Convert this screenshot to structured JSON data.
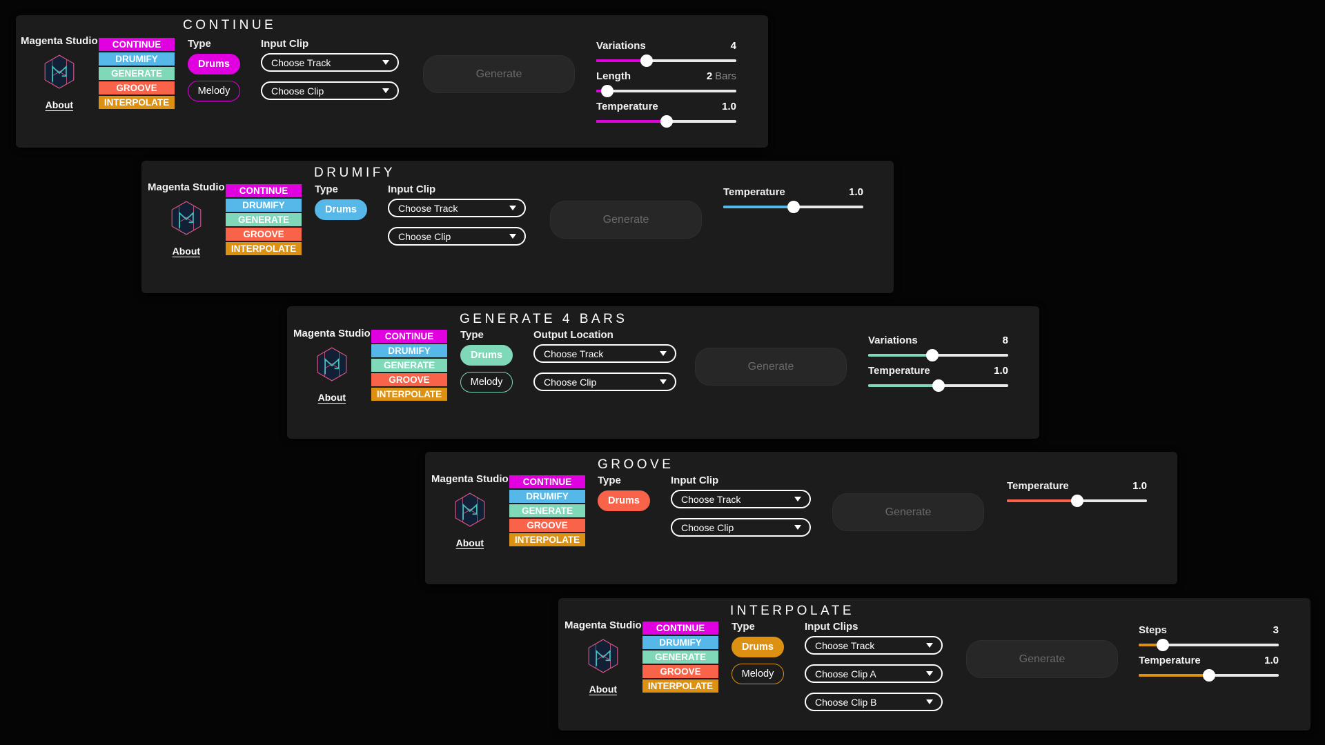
{
  "app": {
    "brand": "Magenta Studio",
    "about": "About",
    "logo_icon": "magenta-hexagon-m-logo"
  },
  "nav_items": [
    {
      "label": "CONTINUE",
      "color": "#e000e0"
    },
    {
      "label": "DRUMIFY",
      "color": "#55b8e8"
    },
    {
      "label": "GENERATE",
      "color": "#7fd9b9"
    },
    {
      "label": "GROOVE",
      "color": "#f9634a"
    },
    {
      "label": "INTERPOLATE",
      "color": "#dd9113"
    }
  ],
  "labels": {
    "type": "Type",
    "input_clip": "Input Clip",
    "input_clips": "Input Clips",
    "output_location": "Output Location",
    "generate": "Generate",
    "drums": "Drums",
    "melody": "Melody",
    "choose_track": "Choose Track",
    "choose_clip": "Choose Clip",
    "choose_clip_a": "Choose Clip A",
    "choose_clip_b": "Choose Clip B",
    "caret_icon": "chevron-down-icon"
  },
  "panels": [
    {
      "id": "continue",
      "title": "CONTINUE",
      "accent": "#e000e0",
      "field_label": "Input Clip",
      "type_pills": [
        "Drums",
        "Melody"
      ],
      "selected_pill": "Drums",
      "dropdowns": [
        "Choose Track",
        "Choose Clip"
      ],
      "generate": "Generate",
      "sliders": [
        {
          "name": "Variations",
          "value": "4",
          "unit": "",
          "pct": 36
        },
        {
          "name": "Length",
          "value": "2",
          "unit": "Bars",
          "pct": 8
        },
        {
          "name": "Temperature",
          "value": "1.0",
          "unit": "",
          "pct": 50
        }
      ]
    },
    {
      "id": "drumify",
      "title": "DRUMIFY",
      "accent": "#55b8e8",
      "field_label": "Input Clip",
      "type_pills": [
        "Drums"
      ],
      "selected_pill": "Drums",
      "dropdowns": [
        "Choose Track",
        "Choose Clip"
      ],
      "generate": "Generate",
      "sliders": [
        {
          "name": "Temperature",
          "value": "1.0",
          "unit": "",
          "pct": 50
        }
      ]
    },
    {
      "id": "generate",
      "title": "GENERATE 4 BARS",
      "accent": "#7fd9b9",
      "field_label": "Output Location",
      "type_pills": [
        "Drums",
        "Melody"
      ],
      "selected_pill": "Drums",
      "dropdowns": [
        "Choose Track",
        "Choose Clip"
      ],
      "generate": "Generate",
      "sliders": [
        {
          "name": "Variations",
          "value": "8",
          "pct": 46
        },
        {
          "name": "Temperature",
          "value": "1.0",
          "pct": 50
        }
      ]
    },
    {
      "id": "groove",
      "title": "GROOVE",
      "accent": "#f9634a",
      "field_label": "Input Clip",
      "type_pills": [
        "Drums"
      ],
      "selected_pill": "Drums",
      "dropdowns": [
        "Choose Track",
        "Choose Clip"
      ],
      "generate": "Generate",
      "sliders": [
        {
          "name": "Temperature",
          "value": "1.0",
          "pct": 50
        }
      ]
    },
    {
      "id": "interpolate",
      "title": "INTERPOLATE",
      "accent": "#dd9113",
      "field_label": "Input Clips",
      "type_pills": [
        "Drums",
        "Melody"
      ],
      "selected_pill": "Drums",
      "dropdowns": [
        "Choose Track",
        "Choose Clip A",
        "Choose Clip B"
      ],
      "generate": "Generate",
      "sliders": [
        {
          "name": "Steps",
          "value": "3",
          "pct": 17
        },
        {
          "name": "Temperature",
          "value": "1.0",
          "pct": 50
        }
      ]
    }
  ]
}
